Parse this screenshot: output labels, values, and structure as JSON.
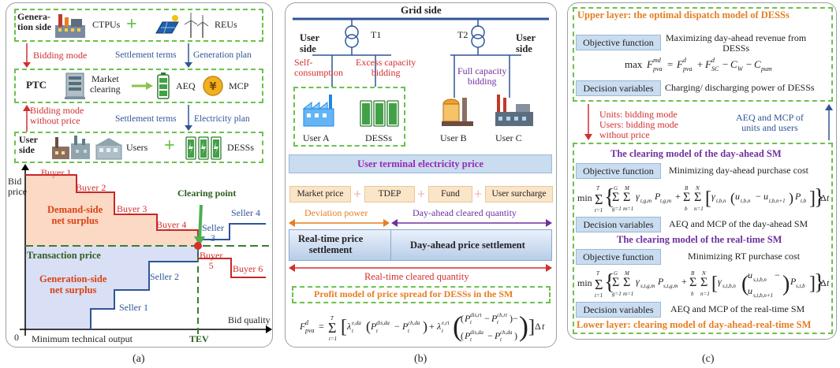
{
  "panel_a": {
    "generation_side": "Genera-\ntion side",
    "ctpus": "CTPUs",
    "reus": "REUs",
    "bidding_mode": "Bidding mode",
    "settlement_terms_top": "Settlement terms",
    "generation_plan": "Generation plan",
    "ptc": "PTC",
    "market_clearing": "Market\nclearing",
    "aeq": "AEQ",
    "mcp": "MCP",
    "bidding_mode_without_price": "Bidding mode\nwithout price",
    "settlement_terms_bottom": "Settlement terms",
    "electricity_plan": "Electricity plan",
    "user_side": "User\nside",
    "users": "Users",
    "dess": "DESSs",
    "bid_price": "Bid\nprice",
    "bid_quality": "Bid quality",
    "origin": "0",
    "min_tech_output": "Minimum technical output",
    "tev": "TEV",
    "buyers": [
      "Buyer 1",
      "Buyer 2",
      "Buyer 3",
      "Buyer 4",
      "Buyer\n5",
      "Buyer 6"
    ],
    "sellers": [
      "Seller 1",
      "Seller 2",
      "Seller\n3",
      "Seller 4"
    ],
    "clearing_point": "Clearing point",
    "demand_surplus": "Demand-side\nnet surplus",
    "transaction_price": "Transaction price",
    "generation_surplus": "Generation-side\nnet surplus",
    "caption": "(a)"
  },
  "panel_b": {
    "grid_side": "Grid side",
    "t1": "T1",
    "t2": "T2",
    "user_side_left": "User\nside",
    "user_side_right": "User\nside",
    "self_consumption": "Self-\nconsumption",
    "excess_capacity": "Excess capacity\nbidding",
    "full_capacity": "Full capacity\nbidding",
    "user_a": "User A",
    "desss": "DESSs",
    "user_b": "User B",
    "user_c": "User C",
    "terminal_price": "User terminal electricity price",
    "components": [
      "Market price",
      "TDEP",
      "Fund",
      "User surcharge"
    ],
    "deviation_power": "Deviation power",
    "day_ahead_cleared": "Day-ahead cleared quantity",
    "rt_settlement": "Real-time price\nsettlement",
    "da_settlement": "Day-ahead price settlement",
    "rt_cleared": "Real-time cleared quantity",
    "profit_model": "Profit model of price spread for DESSs in the SM",
    "caption": "(b)"
  },
  "panel_c": {
    "upper_layer": "Upper layer: the optimal dispatch model of DESSs",
    "objective_function": "Objective function",
    "upper_objective": "Maximizing day-ahead revenue from\nDESSs",
    "decision_variables": "Decision variables",
    "upper_decision": "Charging/ discharging power of DESSs",
    "units_bidding": "Units: bidding mode\nUsers: bidding mode\nwithout price",
    "aeq_mcp_units": "AEQ and MCP of\nunits and users",
    "da_title": "The clearing model of the day-ahead SM",
    "da_objective": "Minimizing day-ahead purchase cost",
    "da_decision": "AEQ and MCP of the day-ahead SM",
    "rt_title": "The clearing model of the real-time SM",
    "rt_objective": "Minimizing RT purchase cost",
    "rt_decision": "AEQ and MCP of the real-time SM",
    "lower_layer": "Lower layer: clearing model of day-ahead-real-time SM",
    "caption": "(c)"
  },
  "colors": {
    "green_dash": "#6cc24a",
    "red": "#d32f2f",
    "blue": "#2f5597",
    "demand_fill": "#fbd9c4",
    "gen_fill": "#d9dff5",
    "box_blue": "#c9dcf0",
    "peach": "#fbe5c8"
  }
}
